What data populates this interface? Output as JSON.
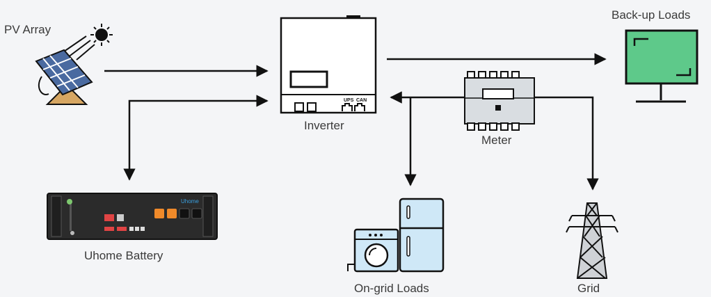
{
  "labels": {
    "pv_array": "PV Array",
    "inverter": "Inverter",
    "backup_loads": "Back-up Loads",
    "meter": "Meter",
    "battery": "Uhome Battery",
    "ongrid_loads": "On-grid Loads",
    "grid": "Grid"
  },
  "inverter_ports": {
    "ups": "UPS",
    "can": "CAN"
  },
  "battery_brand": "Uhome",
  "colors": {
    "line": "#111111",
    "screen_green": "#5ec98a",
    "appliance_blue": "#cfe8f7",
    "solar_blue": "#4a6aa0",
    "battery_body": "#2b2b2b",
    "battery_orange": "#f08a2a",
    "battery_red": "#e04444",
    "tower_grey": "#cfd2d6",
    "mount_tan": "#d6a662",
    "sun": "#111111"
  }
}
